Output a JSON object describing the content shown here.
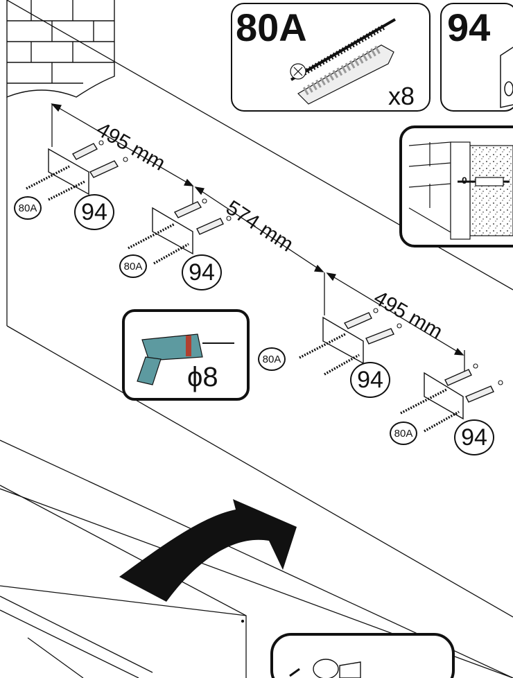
{
  "parts": {
    "screw_anchor": {
      "code": "80A",
      "qty": "x8"
    },
    "bracket": {
      "code": "94"
    }
  },
  "dimensions": {
    "first": "495 mm",
    "middle": "574 mm",
    "last": "495 mm"
  },
  "callouts": {
    "screw": "80A",
    "bracket": "94"
  },
  "drill": {
    "size": "ϕ8"
  },
  "wall_detail": {
    "mark": "0"
  },
  "colors": {
    "ink": "#111111",
    "drill_body": "#5d9aa0",
    "arrow": "#111111"
  }
}
